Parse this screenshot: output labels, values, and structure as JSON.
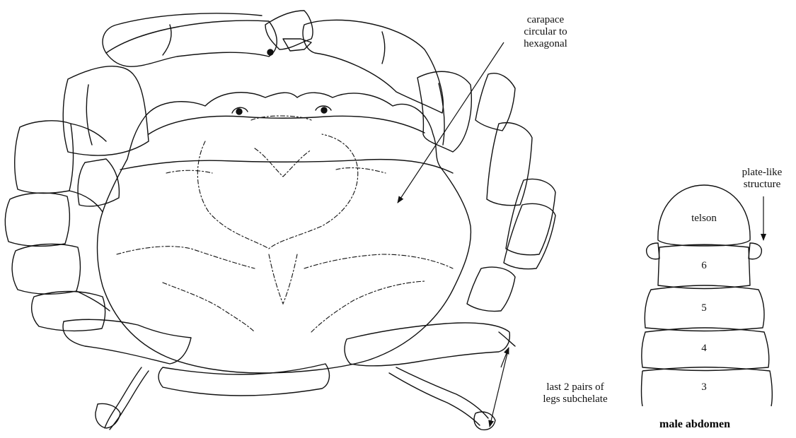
{
  "crab": {
    "carapace_label": [
      "carapace",
      "circular to",
      "hexagonal"
    ],
    "legs_label": [
      "last 2 pairs of",
      "legs subchelate"
    ]
  },
  "abdomen": {
    "plate_label": [
      "plate-like",
      "structure"
    ],
    "telson_label": "telson",
    "segments": [
      "6",
      "5",
      "4",
      "3"
    ],
    "caption": "male abdomen"
  },
  "colors": {
    "ink": "#111111",
    "paper": "#ffffff"
  }
}
